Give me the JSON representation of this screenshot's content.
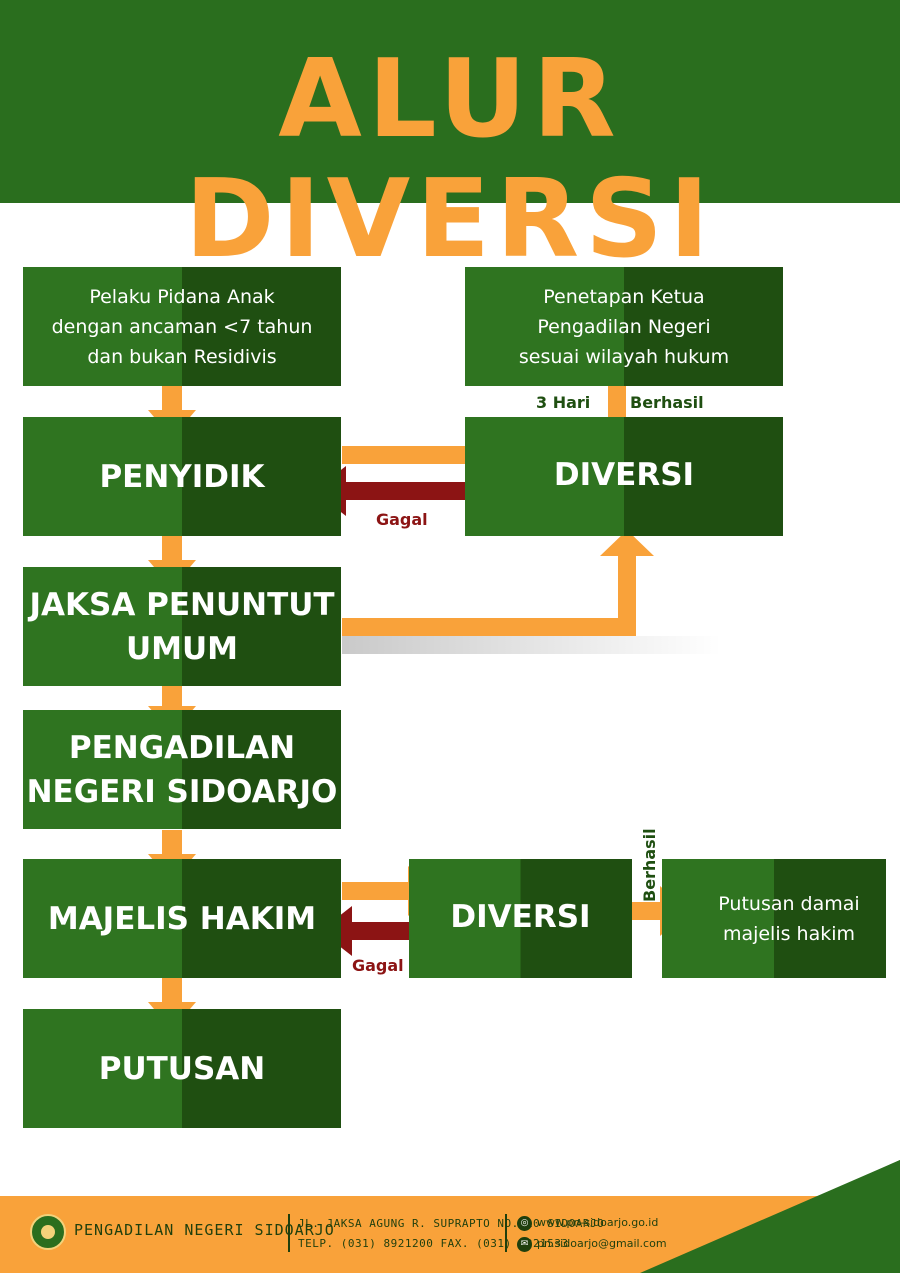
{
  "title": "ALUR DIVERSI",
  "boxes": {
    "pelaku": "Pelaku Pidana Anak\ndengan ancaman <7 tahun\ndan bukan Residivis",
    "penyidik": "PENYIDIK",
    "jaksa": "JAKSA PENUNTUT\nUMUM",
    "pengadilan": "PENGADILAN\nNEGERI SIDOARJO",
    "majelis": "MAJELIS HAKIM",
    "putusan": "PUTUSAN",
    "penetapan": "Penetapan Ketua\nPengadilan Negeri\nsesuai wilayah hukum",
    "diversi_top": "DIVERSI",
    "diversi_bottom": "DIVERSI",
    "putusan_damai": "Putusan damai\nmajelis hakim"
  },
  "labels": {
    "gagal_top": "Gagal",
    "gagal_bottom": "Gagal",
    "tiga_hari": "3 Hari",
    "berhasil_top": "Berhasil",
    "berhasil_bottom": "Berhasil"
  },
  "footer": {
    "institution": "PENGADILAN NEGERI SIDOARJO",
    "address": "JL. JAKSA AGUNG R. SUPRAPTO NO. 10 SIDOARJO",
    "phone": "TELP. (031) 8921200 FAX. (031) 8921533",
    "website": "www.pn-sidoarjo.go.id",
    "email": "pn.sidoarjo@gmail.com"
  },
  "colors": {
    "green_dark": "#1f4f11",
    "green": "#2f7420",
    "orange": "#f9a23a",
    "red": "#8c1414"
  },
  "icons": {
    "logo": "court-emblem",
    "web": "globe-icon",
    "mail": "envelope-icon"
  }
}
